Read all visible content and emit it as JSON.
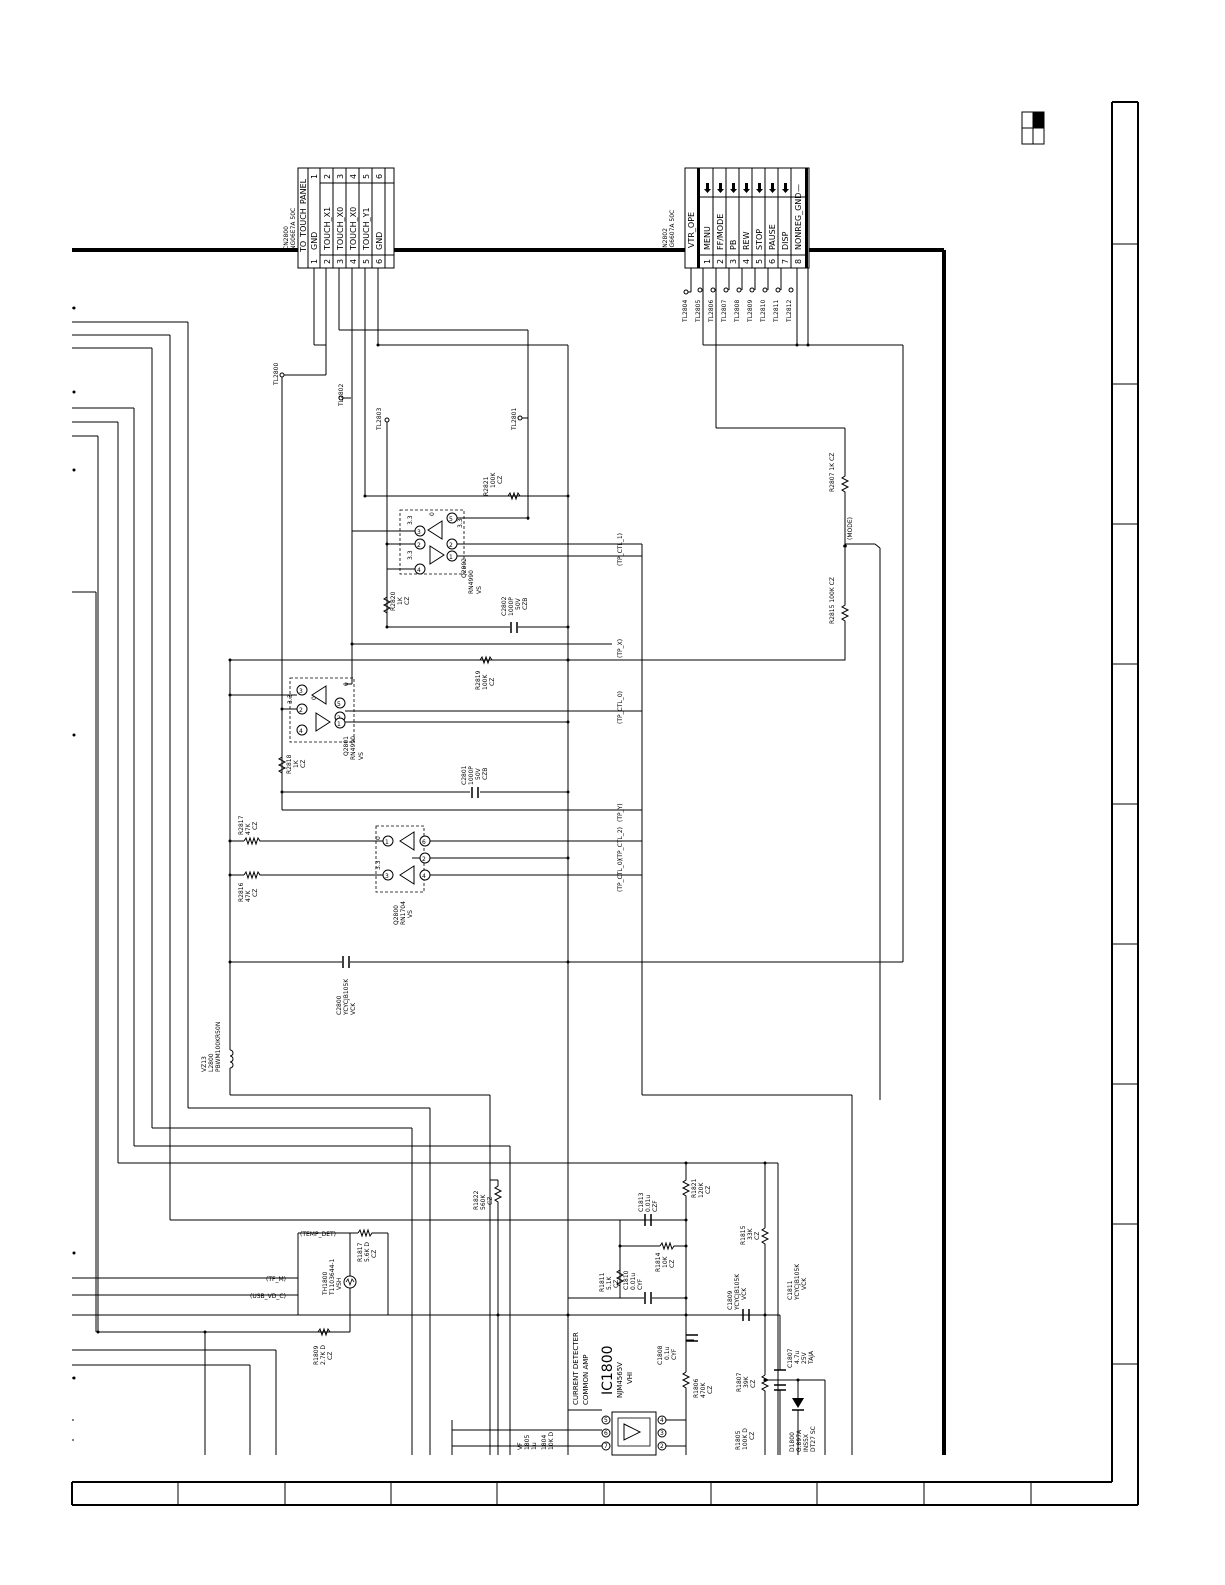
{
  "connectors": {
    "cn2800": {
      "ref": "CN2800",
      "part": "NG06E7A 50C",
      "title": "TO_TOUCH_PANEL",
      "pins": [
        {
          "n": "1",
          "signal": "GND"
        },
        {
          "n": "2",
          "signal": "TOUCH_X1"
        },
        {
          "n": "3",
          "signal": "TOUCH_X0"
        },
        {
          "n": "4",
          "signal": "TOUCH_X0"
        },
        {
          "n": "5",
          "signal": "TOUCH_Y1"
        },
        {
          "n": "6",
          "signal": "GND"
        }
      ],
      "right_pins": [
        "1",
        "2",
        "3",
        "4",
        "5",
        "6"
      ]
    },
    "cn2802": {
      "ref": "CN2802",
      "part": "NG6607A 50C",
      "title": "VTR_OPE",
      "pins": [
        {
          "n": "1",
          "signal": "MENU"
        },
        {
          "n": "2",
          "signal": "FF/MODE"
        },
        {
          "n": "3",
          "signal": "PB"
        },
        {
          "n": "4",
          "signal": "REW"
        },
        {
          "n": "5",
          "signal": "STOP"
        },
        {
          "n": "6",
          "signal": "PAUSE"
        },
        {
          "n": "7",
          "signal": "DISP"
        },
        {
          "n": "8",
          "signal": "NONREG_GND"
        }
      ],
      "last_mark": "—"
    }
  },
  "test_points": [
    "TL2800",
    "TL2802",
    "TL2803",
    "TL2801",
    "TL2804",
    "TL2805",
    "TL2806",
    "TL2807",
    "TL2808",
    "TL2809",
    "TL2810",
    "TL2811",
    "TL2812"
  ],
  "components": {
    "r2821": {
      "ref": "R2821",
      "val": "100K",
      "tol": "CZ"
    },
    "r2820": {
      "ref": "R2820",
      "val": "1K",
      "tol": "CZ"
    },
    "c2802": {
      "ref": "C2802",
      "val": "1000P",
      "v": "50V",
      "t": "CZB"
    },
    "q2802": {
      "ref": "Q2802",
      "part": "RN4990",
      "pkg": "VS"
    },
    "r2819": {
      "ref": "R2819",
      "val": "100K",
      "tol": "CZ"
    },
    "r2818": {
      "ref": "R2818",
      "val": "1K",
      "tol": "CZ"
    },
    "q2801": {
      "ref": "Q2801",
      "part": "RN4990",
      "pkg": "VS"
    },
    "c2801": {
      "ref": "C2801",
      "val": "1000P",
      "v": "50V",
      "t": "CZB"
    },
    "r2817": {
      "ref": "R2817",
      "val": "47K",
      "tol": "CZ"
    },
    "r2816": {
      "ref": "R2816",
      "val": "47K",
      "tol": "CZ"
    },
    "q2800": {
      "ref": "Q2800",
      "part": "RN1704",
      "pkg": "VS"
    },
    "c2800": {
      "ref": "C2800",
      "val": "YCYCJB105K",
      "t": "VCK"
    },
    "l2800": {
      "ref": "VZ13",
      "l1": "L2800",
      "l2": "PBWM100KR50N"
    },
    "r2807": {
      "ref": "R2807 1K CZ"
    },
    "r2815": {
      "ref": "R2815 100K CZ"
    },
    "r1822": {
      "ref": "R1822",
      "val": "560K",
      "tol": "CZ"
    },
    "r1821": {
      "ref": "R1821",
      "val": "120K",
      "tol": "CZ"
    },
    "c1813": {
      "ref": "C1813",
      "val": "0.01u",
      "t": "CZF"
    },
    "r1815": {
      "ref": "R1815",
      "val": "33K",
      "tol": "CZ"
    },
    "r1811": {
      "ref": "R1811",
      "val": "5.1K",
      "tol": "CZ"
    },
    "c1810": {
      "ref": "C1810",
      "val": "0.01u",
      "t": "CYF"
    },
    "r1814": {
      "ref": "R1814",
      "val": "10K",
      "tol": "CZ"
    },
    "c1809": {
      "ref": "C1809",
      "val": "YCYCJB105K",
      "t": "VCK"
    },
    "c1811": {
      "ref": "C1811",
      "val": "YCYCJB105K",
      "t": "VCK"
    },
    "r1817": {
      "ref": "R1817",
      "val": "5.6K D",
      "tol": "CZ"
    },
    "th1800": {
      "ref": "TH1800",
      "part": "T1103644-1",
      "pkg": "VSH"
    },
    "r1809": {
      "ref": "R1809",
      "val": "2.7K D",
      "tol": "CZ"
    },
    "c1808": {
      "ref": "C1808",
      "val": "0.1u",
      "t": "CYF"
    },
    "r1806": {
      "ref": "R1806",
      "val": "470K",
      "tol": "CZ"
    },
    "r1807": {
      "ref": "R1807",
      "val": "39K",
      "tol": "CZ"
    },
    "c1807": {
      "ref": "C1807",
      "val": "4.7u",
      "v": "25V",
      "t": "TAJA"
    },
    "r1805": {
      "ref": "R1805",
      "val": "100K D",
      "tol": "CZ"
    },
    "d1800": {
      "ref": "D1800",
      "part": "G.897A",
      "l2": "INS5X",
      "l3": "DT27 SC"
    },
    "ic1800": {
      "ref": "IC1800",
      "part": "NJM4565V",
      "pkg": "VHI",
      "desc1": "CURRENT DETECTER",
      "desc2": "COMMON AMP"
    }
  },
  "net_labels": [
    "(TP_CTL_1)",
    "(TP_X)",
    "(TP_CTL_0)",
    "(TP_Y)",
    "(TP_CTL_2)",
    "(TP_CTL_0)",
    "(MODE)",
    "(TEMP_DET)",
    "(TF_M)",
    "(USB_VD_C)"
  ],
  "supply_labels": {
    "v33": "3.3",
    "zero": "0"
  },
  "ic_pins": [
    "5",
    "6",
    "7",
    "8",
    "4",
    "3",
    "2",
    "1"
  ],
  "bottom_left": {
    "l1": "VF",
    "l2": "1805",
    "l3": "1u",
    "l4": "1804",
    "l5": "10K D"
  }
}
